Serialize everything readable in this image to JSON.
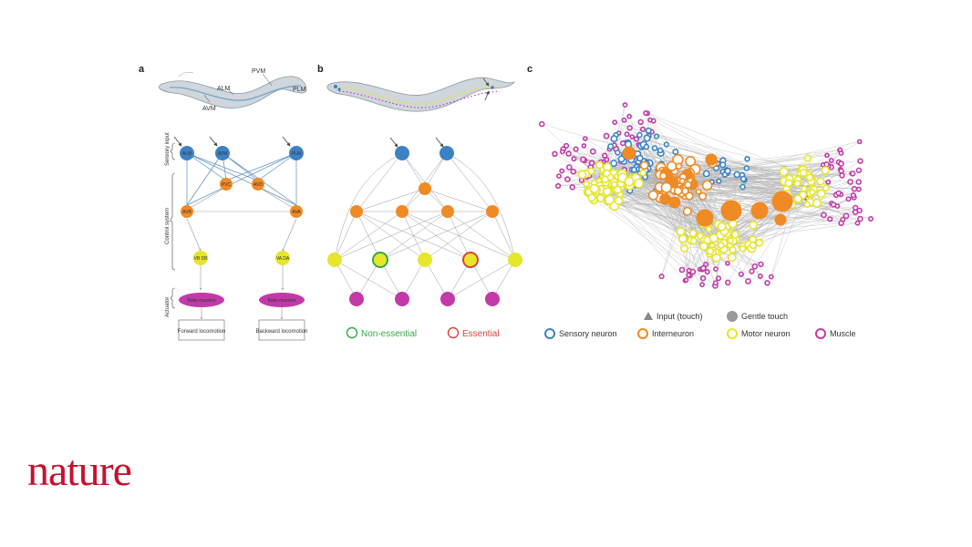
{
  "brand": {
    "logo_text": "nature",
    "logo_color": "#c8102e"
  },
  "colors": {
    "sensory": "#3b82c4",
    "interneuron": "#f08a24",
    "motor": "#e6e62a",
    "muscle": "#c23aa8",
    "edge": "#9a9a9a",
    "non_essential": "#3aa84a",
    "essential": "#d9443a"
  },
  "panel_a": {
    "letter": "a",
    "worm_labels": {
      "pvm": "PVM",
      "alm": "ALM",
      "plm": "PLM",
      "avm": "AVM"
    },
    "row_labels": {
      "sensory": "Sensory input",
      "control": "Control system",
      "actuator": "Actuator"
    },
    "sensory_nodes": [
      "ALM",
      "AVM",
      "PLM"
    ],
    "inter_nodes_mid": [
      "PVC",
      "AVD"
    ],
    "inter_nodes_low": [
      "AVB",
      "AVA"
    ],
    "motor_nodes": [
      "VB DB",
      "VA DA"
    ],
    "muscle_nodes": [
      "Body muscles",
      "Body muscles"
    ],
    "outputs": [
      "Forward locomotion",
      "Backward locomotion"
    ]
  },
  "panel_b": {
    "letter": "b",
    "legend": {
      "non_essential": "Non-essential",
      "essential": "Essential"
    }
  },
  "panel_c": {
    "letter": "c",
    "legend": {
      "input": "Input (touch)",
      "gentle": "Gentle touch",
      "sensory": "Sensory neuron",
      "inter": "Interneuron",
      "motor": "Motor neuron",
      "muscle": "Muscle"
    }
  }
}
